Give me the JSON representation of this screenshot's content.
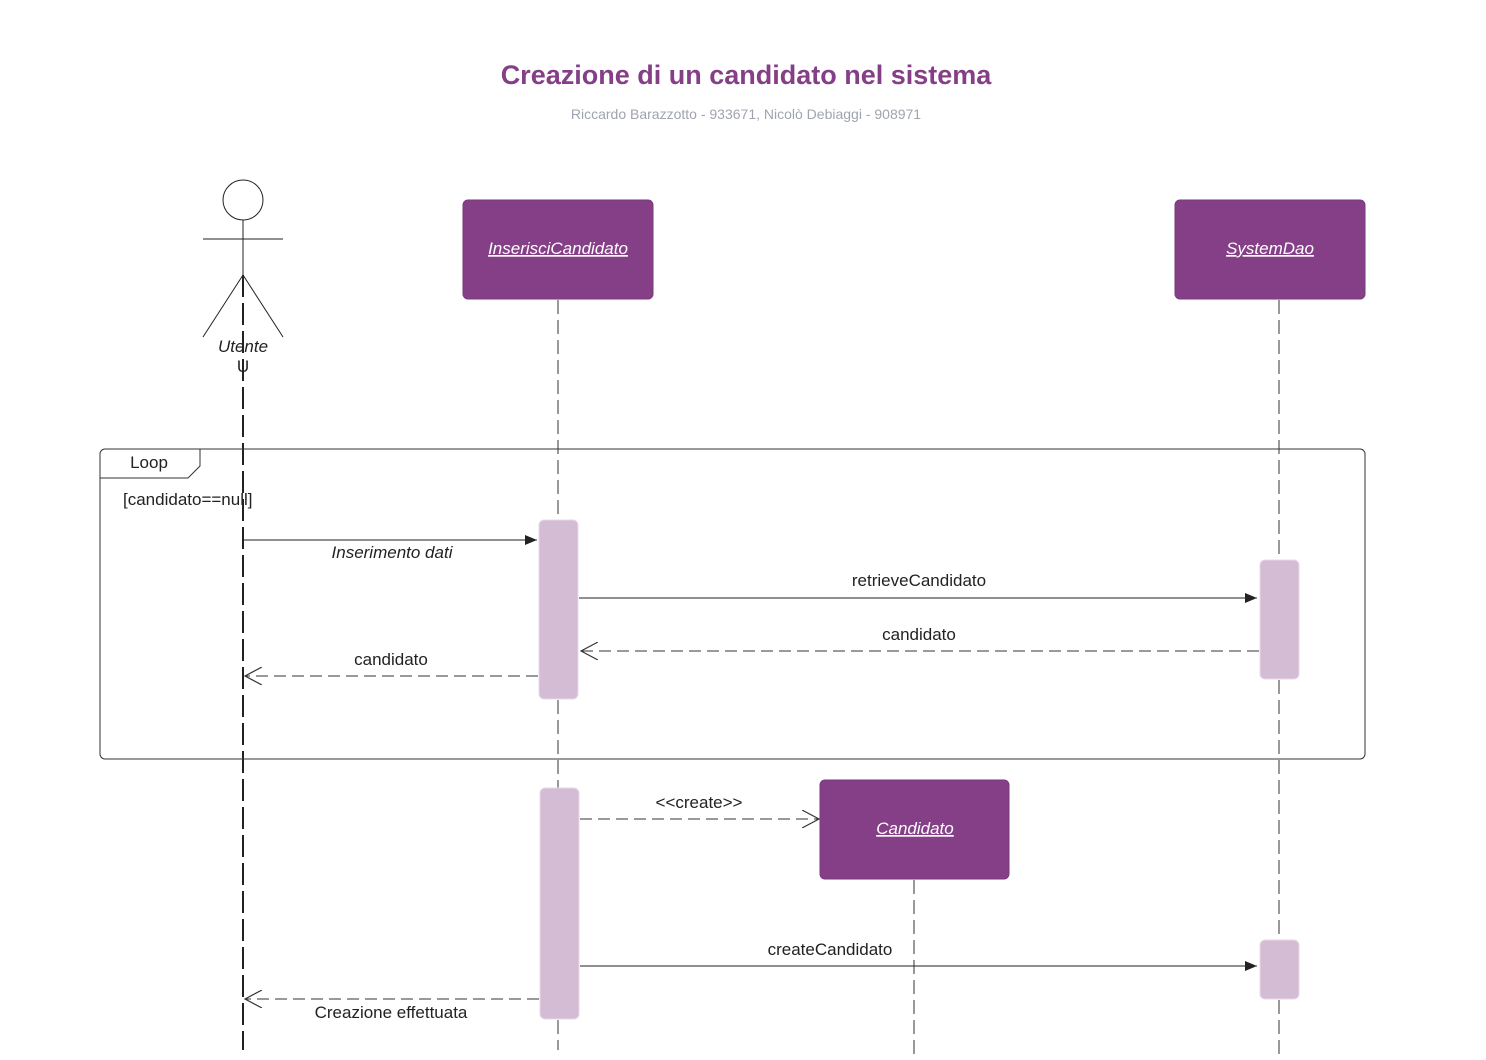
{
  "title": "Creazione di un candidato nel sistema",
  "subtitle": "Riccardo Barazzotto - 933671, Nicolò Debiaggi - 908971",
  "colors": {
    "title": "#843f86",
    "subtitle": "#a0a4b0",
    "object_fill": "#843f86",
    "activation_fill": "#d4bcd4",
    "line": "#333333"
  },
  "actor": {
    "name": "Utente",
    "short": "U",
    "icon": "stick-figure-icon"
  },
  "objects": {
    "inserisci": "InserisciCandidato",
    "system_dao": "SystemDao",
    "candidato": "Candidato"
  },
  "fragment": {
    "operator": "Loop",
    "guard": "[candidato==null]"
  },
  "messages": {
    "inserimento_dati": "Inserimento dati",
    "retrieve_candidato": "retrieveCandidato",
    "candidato_return_dao": "candidato",
    "candidato_return_user": "candidato",
    "create": "<<create>>",
    "create_candidato": "createCandidato",
    "creazione_effettuata": "Creazione effettuata"
  }
}
